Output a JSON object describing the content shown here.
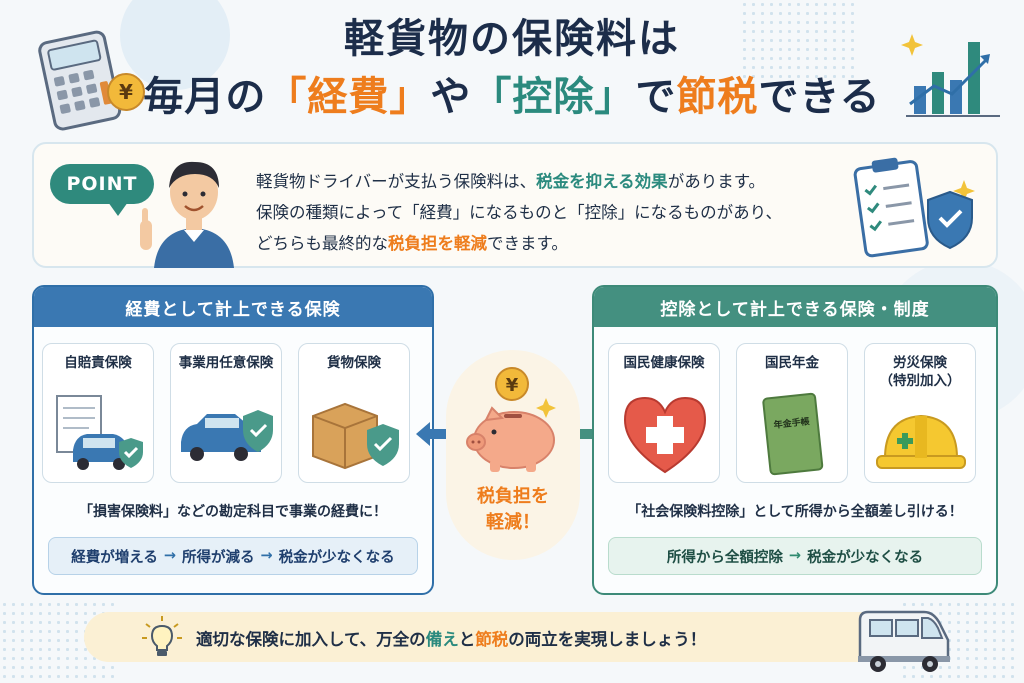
{
  "title": {
    "line1": "軽貨物の保険料は",
    "line2_a": "毎月の",
    "line2_b": "「経費」",
    "line2_c": "や",
    "line2_d": "「控除」",
    "line2_e": "で",
    "line2_f": "節税",
    "line2_g": "できる"
  },
  "point": {
    "badge": "POINT",
    "line1_a": "軽貨物ドライバーが支払う保険料は、",
    "line1_b": "税金を抑える効果",
    "line1_c": "があります。",
    "line2": "保険の種類によって「経費」になるものと「控除」になるものがあり、",
    "line3_a": "どちらも最終的な",
    "line3_b": "税負担を軽減",
    "line3_c": "できます。"
  },
  "left_panel": {
    "header": "経費として計上できる保険",
    "cards": [
      "自賠責保険",
      "事業用任意保険",
      "貨物保険"
    ],
    "desc": "「損害保険料」などの勘定科目で事業の経費に！",
    "flow": [
      "経費が増える",
      "所得が減る",
      "税金が少なくなる"
    ]
  },
  "right_panel": {
    "header": "控除として計上できる保険・制度",
    "cards": [
      "国民健康保険",
      "国民年金",
      "労災保険"
    ],
    "card3_sub": "（特別加入）",
    "pension_book": "年金手帳",
    "desc": "「社会保険料控除」として所得から全額差し引ける！",
    "flow": [
      "所得から全額控除",
      "税金が少なくなる"
    ]
  },
  "center": {
    "yen": "¥",
    "line1": "税負担を",
    "line2": "軽減！"
  },
  "calculator_yen": "¥",
  "banner": {
    "a": "適切な保険に加入して、万全の",
    "b": "備え",
    "c": "と",
    "d": "節税",
    "e": "の両立を実現しましょう！"
  },
  "flow_arrow": "→",
  "colors": {
    "accent_orange": "#ee7d1d",
    "accent_teal": "#2b8a7e",
    "left_blue": "#3a78b2",
    "right_green": "#449080"
  }
}
